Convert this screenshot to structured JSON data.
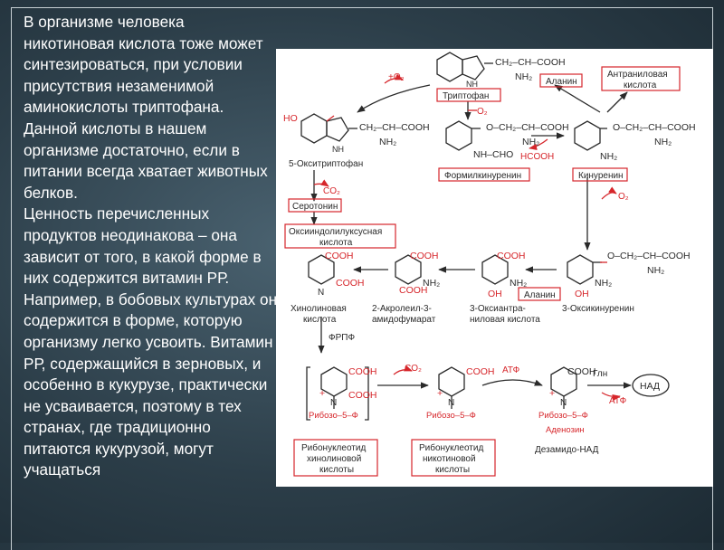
{
  "slide": {
    "paragraph1": "В организме человека никотиновая кислота тоже может синтезироваться, при условии присутствия незаменимой аминокислоты триптофана. Данной кислоты в нашем организме достаточно, если в питании всегда хватает животных белков.",
    "paragraph2": "Ценность перечисленных продуктов неодинакова – она зависит от того, в какой форме в них содержится витамин РР. Например, в бобовых культурах он содержится в форме, которую организму легко усвоить. Витамин РР, содержащийся в зерновых, и особенно в кукурузе, практически не усваивается, поэтому в тех странах, где традиционно питаются кукурузой, могут учащаться"
  },
  "diagram": {
    "labels": {
      "tryptophan": "Триптофан",
      "alanine1": "Аланин",
      "anthranilic": [
        "Антраниловая",
        "кислота"
      ],
      "formylkynurenine": "Формилкинуренин",
      "kynurenine": "Кинуренин",
      "hydroxytryptophan": "5-Окситриптофан",
      "serotonin": "Серотонин",
      "oxyindoleacetic": [
        "Оксииндолилуксусная",
        "кислота"
      ],
      "alanine2": "Аланин",
      "quinolinic": [
        "Хинолиновая",
        "кислота"
      ],
      "acroleyl": [
        "2-Акролеил-3-",
        "амидофумарат"
      ],
      "hydroxyanthranilic": [
        "3-Оксиантра-",
        "ниловая кислота"
      ],
      "hydroxykynurenine": "3-Оксикинуренин",
      "frpf": "ФРПФ",
      "ribonucleotide_quin": [
        "Рибонуклеотид",
        "хинолиновой",
        "кислоты"
      ],
      "ribonucleotide_nic": [
        "Рибонуклеотид",
        "никотиновой",
        "кислоты"
      ],
      "desamido_nad": "Дезамидо-НАД",
      "nad": "НАД",
      "atp1": "АТФ",
      "atp2": "АТФ",
      "gln": "Глн",
      "adenosine": "Аденозин",
      "ribose": "Рибозо–5–Ф"
    },
    "chem": {
      "o2": "+O₂",
      "o2b": "O₂",
      "o2c": "O₂",
      "co2": "CO₂",
      "hcooh": "HCOOH",
      "cooh": "COOH",
      "chain": "CH₂–CH–COOH",
      "chain_co": "O–CH₂–CH–COOH",
      "nh2": "NH₂",
      "nh": "NH",
      "nhcho": "NH–CHO",
      "ho": "HO",
      "oh": "OH",
      "n": "N",
      "plus": "+"
    },
    "colors": {
      "red": "#d6262b",
      "dark": "#2a2a2a"
    }
  }
}
